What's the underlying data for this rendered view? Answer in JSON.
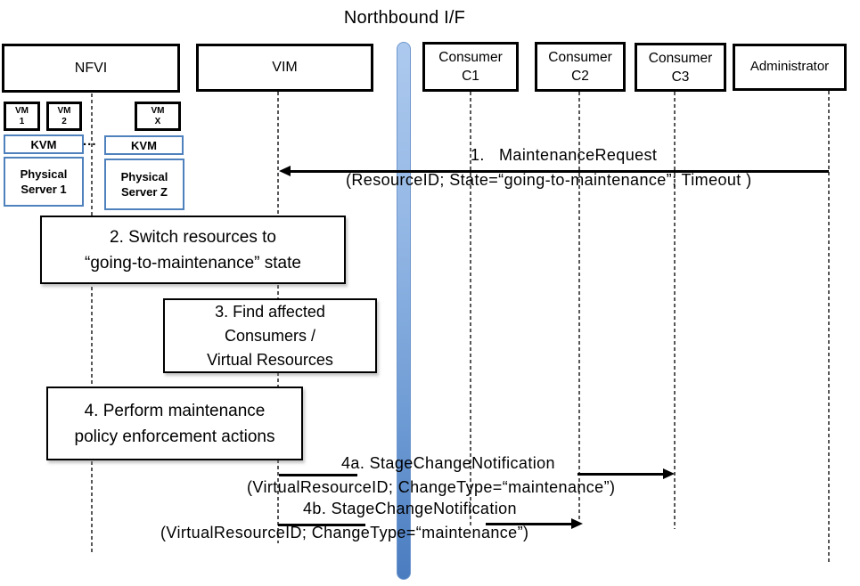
{
  "title": "Northbound I/F",
  "actors": {
    "nfvi": {
      "label": "NFVI"
    },
    "vim": {
      "label": "VIM"
    },
    "c1": {
      "line1": "Consumer",
      "line2": "C1"
    },
    "c2": {
      "line1": "Consumer",
      "line2": "C2"
    },
    "c3": {
      "line1": "Consumer",
      "line2": "C3"
    },
    "admin": {
      "label": "Administrator"
    }
  },
  "nfvi_internals": {
    "vm1": {
      "line1": "VM",
      "line2": "1"
    },
    "vm2": {
      "line1": "VM",
      "line2": "2"
    },
    "vmx": {
      "line1": "VM",
      "line2": "X"
    },
    "kvm1": {
      "label": "KVM"
    },
    "kvm2": {
      "label": "KVM"
    },
    "ellipsis": "...",
    "server1": {
      "line1": "Physical",
      "line2": "Server 1"
    },
    "serverz": {
      "line1": "Physical",
      "line2": "Server Z"
    }
  },
  "activities": {
    "a2": {
      "line1": "2. Switch resources to",
      "line2": "“going-to-maintenance” state"
    },
    "a3": {
      "line1": "3. Find affected",
      "line2": "Consumers /",
      "line3": "Virtual Resources"
    },
    "a4": {
      "line1": "4. Perform maintenance",
      "line2": "policy enforcement actions"
    }
  },
  "messages": {
    "m1": {
      "title": "1.   MaintenanceRequest",
      "params": "(ResourceID; State=“going-to-maintenance”; Timeout )"
    },
    "m4a": {
      "title": "4a. StageChangeNotification",
      "params": "(VirtualResourceID; ChangeType=“maintenance”)"
    },
    "m4b": {
      "title": "4b. StageChangeNotification",
      "params": "(VirtualResourceID; ChangeType=“maintenance”)"
    }
  },
  "colors": {
    "accent_blue_border": "#4f81bd",
    "bar_top": "#adc9ee",
    "bar_bottom": "#4a7cc0",
    "lifeline_gray": "#58585a"
  }
}
